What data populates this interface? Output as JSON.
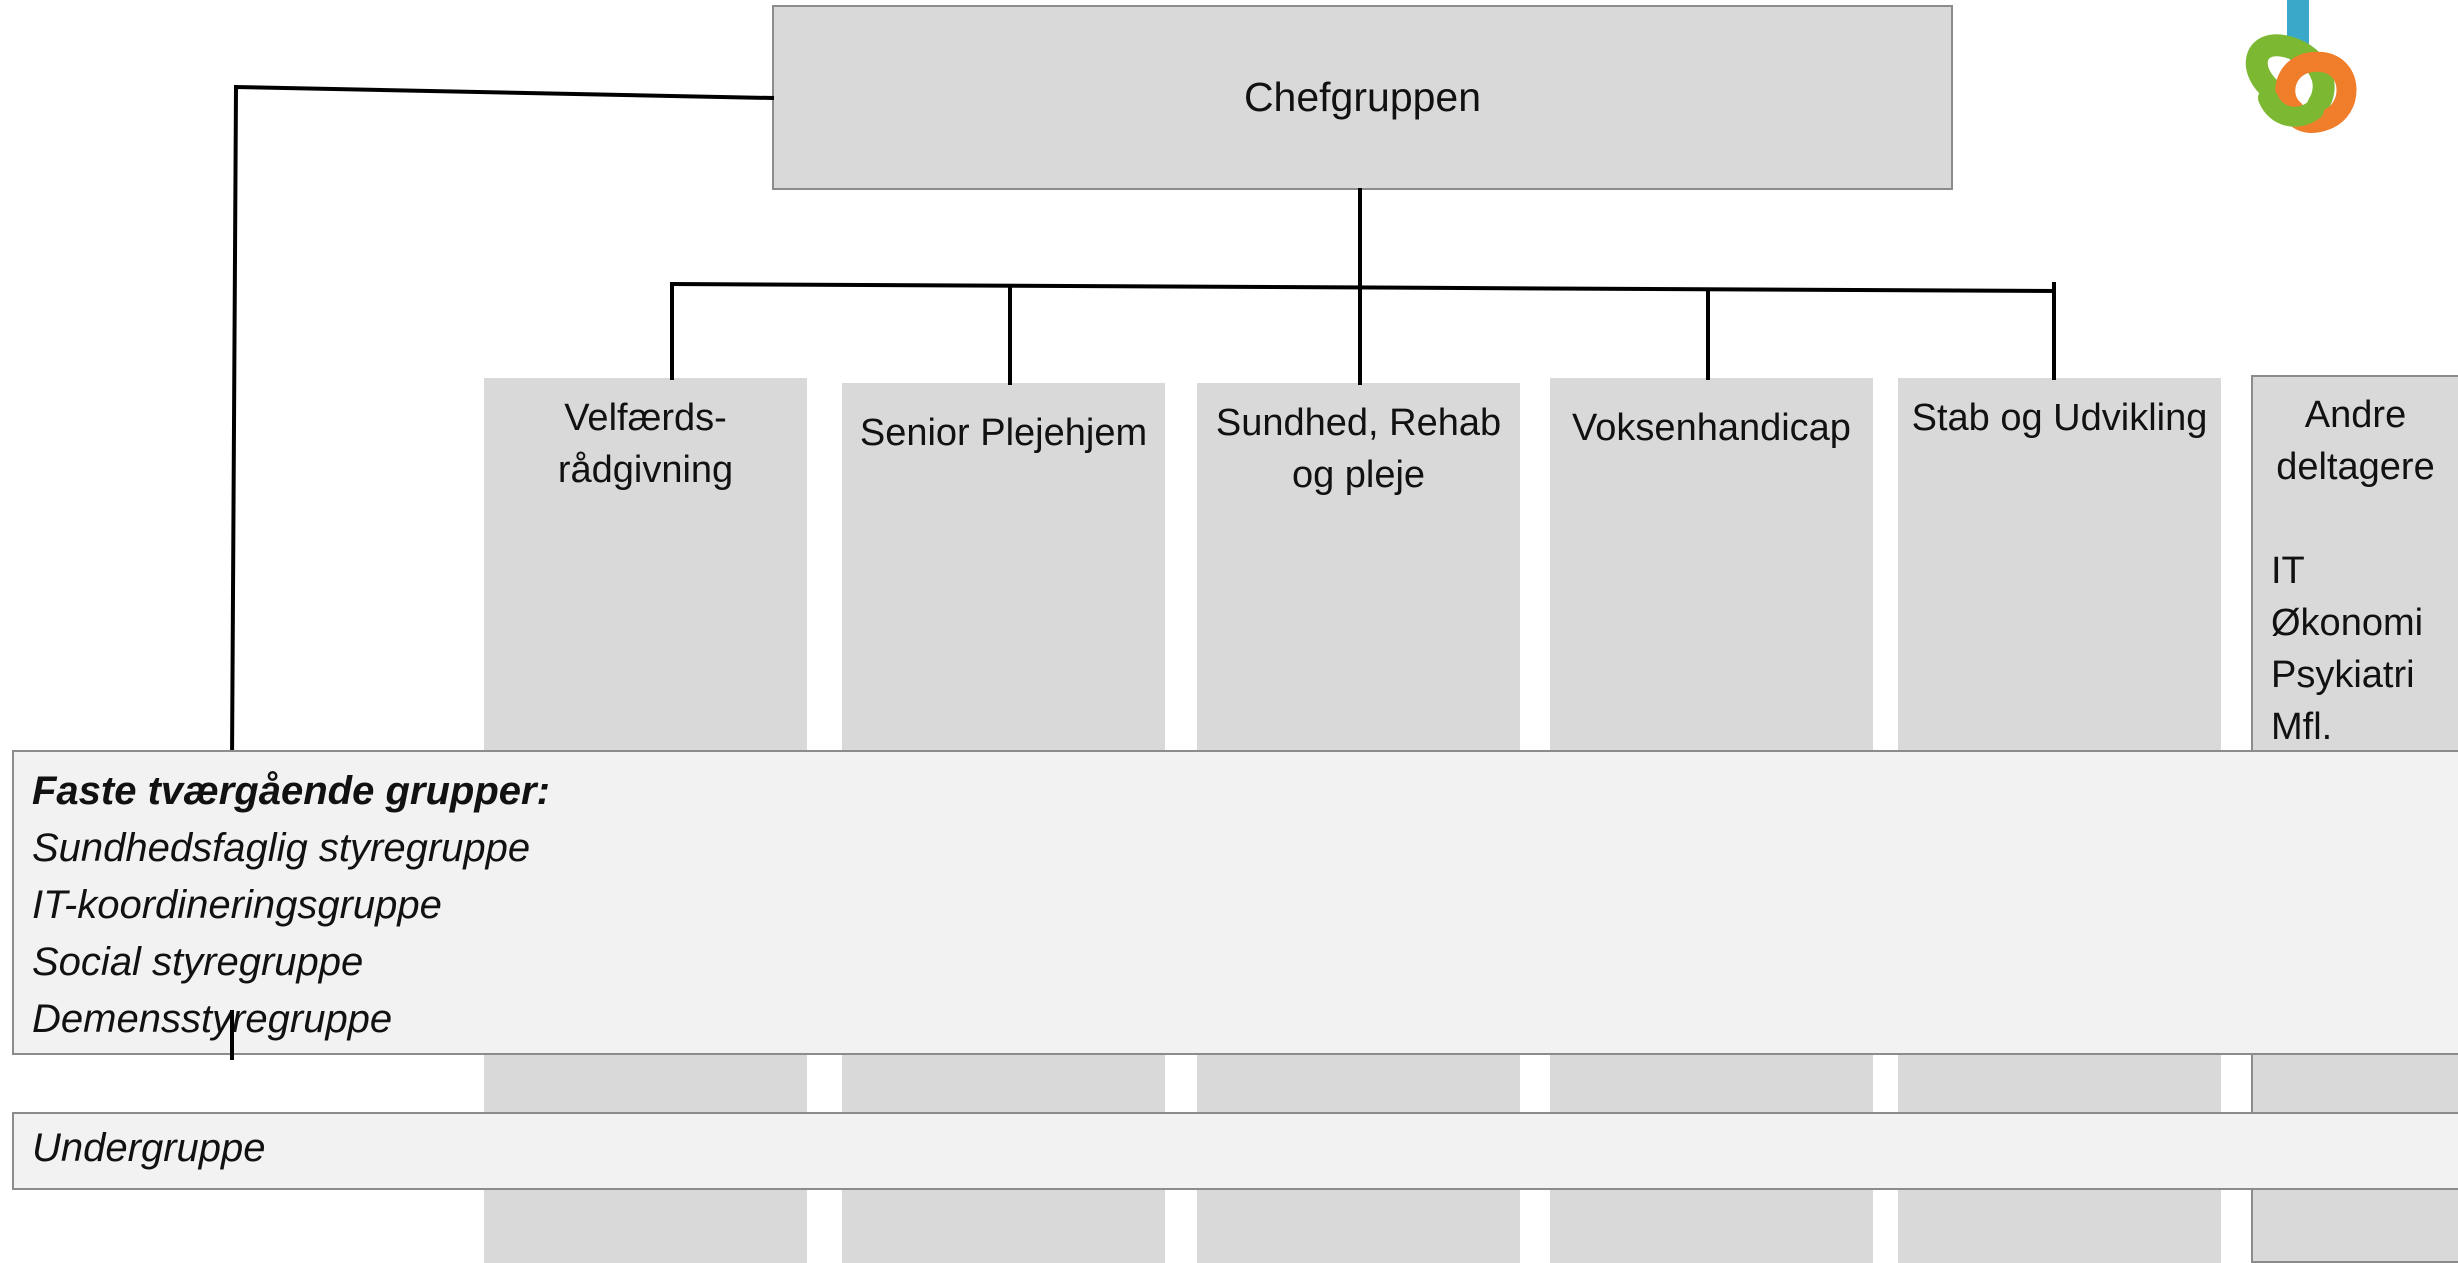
{
  "top_box": {
    "label": "Chefgruppen"
  },
  "columns": [
    {
      "label": "Velfærds-\nrådgivning"
    },
    {
      "label": "Senior Plejehjem"
    },
    {
      "label": "Sundhed, Rehab\nog pleje"
    },
    {
      "label": "Voksenhandicap"
    },
    {
      "label": "Stab og Udvikling"
    }
  ],
  "other_participants": {
    "title": "Andre\ndeltagere",
    "items": [
      "IT",
      "Økonomi",
      "Psykiatri",
      "Mfl."
    ]
  },
  "fixed_groups": {
    "title": "Faste tværgående grupper:",
    "items": [
      "Sundhedsfaglig styregruppe",
      "IT-koordineringsgruppe",
      "Social styregruppe",
      "Demensstyregruppe"
    ]
  },
  "subgroup": {
    "label": "Undergruppe"
  },
  "colors": {
    "box_fill": "#d9d9d9",
    "band_fill": "#f2f2f2",
    "border": "#8c8c8c",
    "line": "#000000",
    "logo_blue": "#3aa9c9",
    "logo_orange": "#f07d2a",
    "logo_green": "#7cb832"
  },
  "icons": {
    "logo": "interlocking-rings-logo"
  }
}
